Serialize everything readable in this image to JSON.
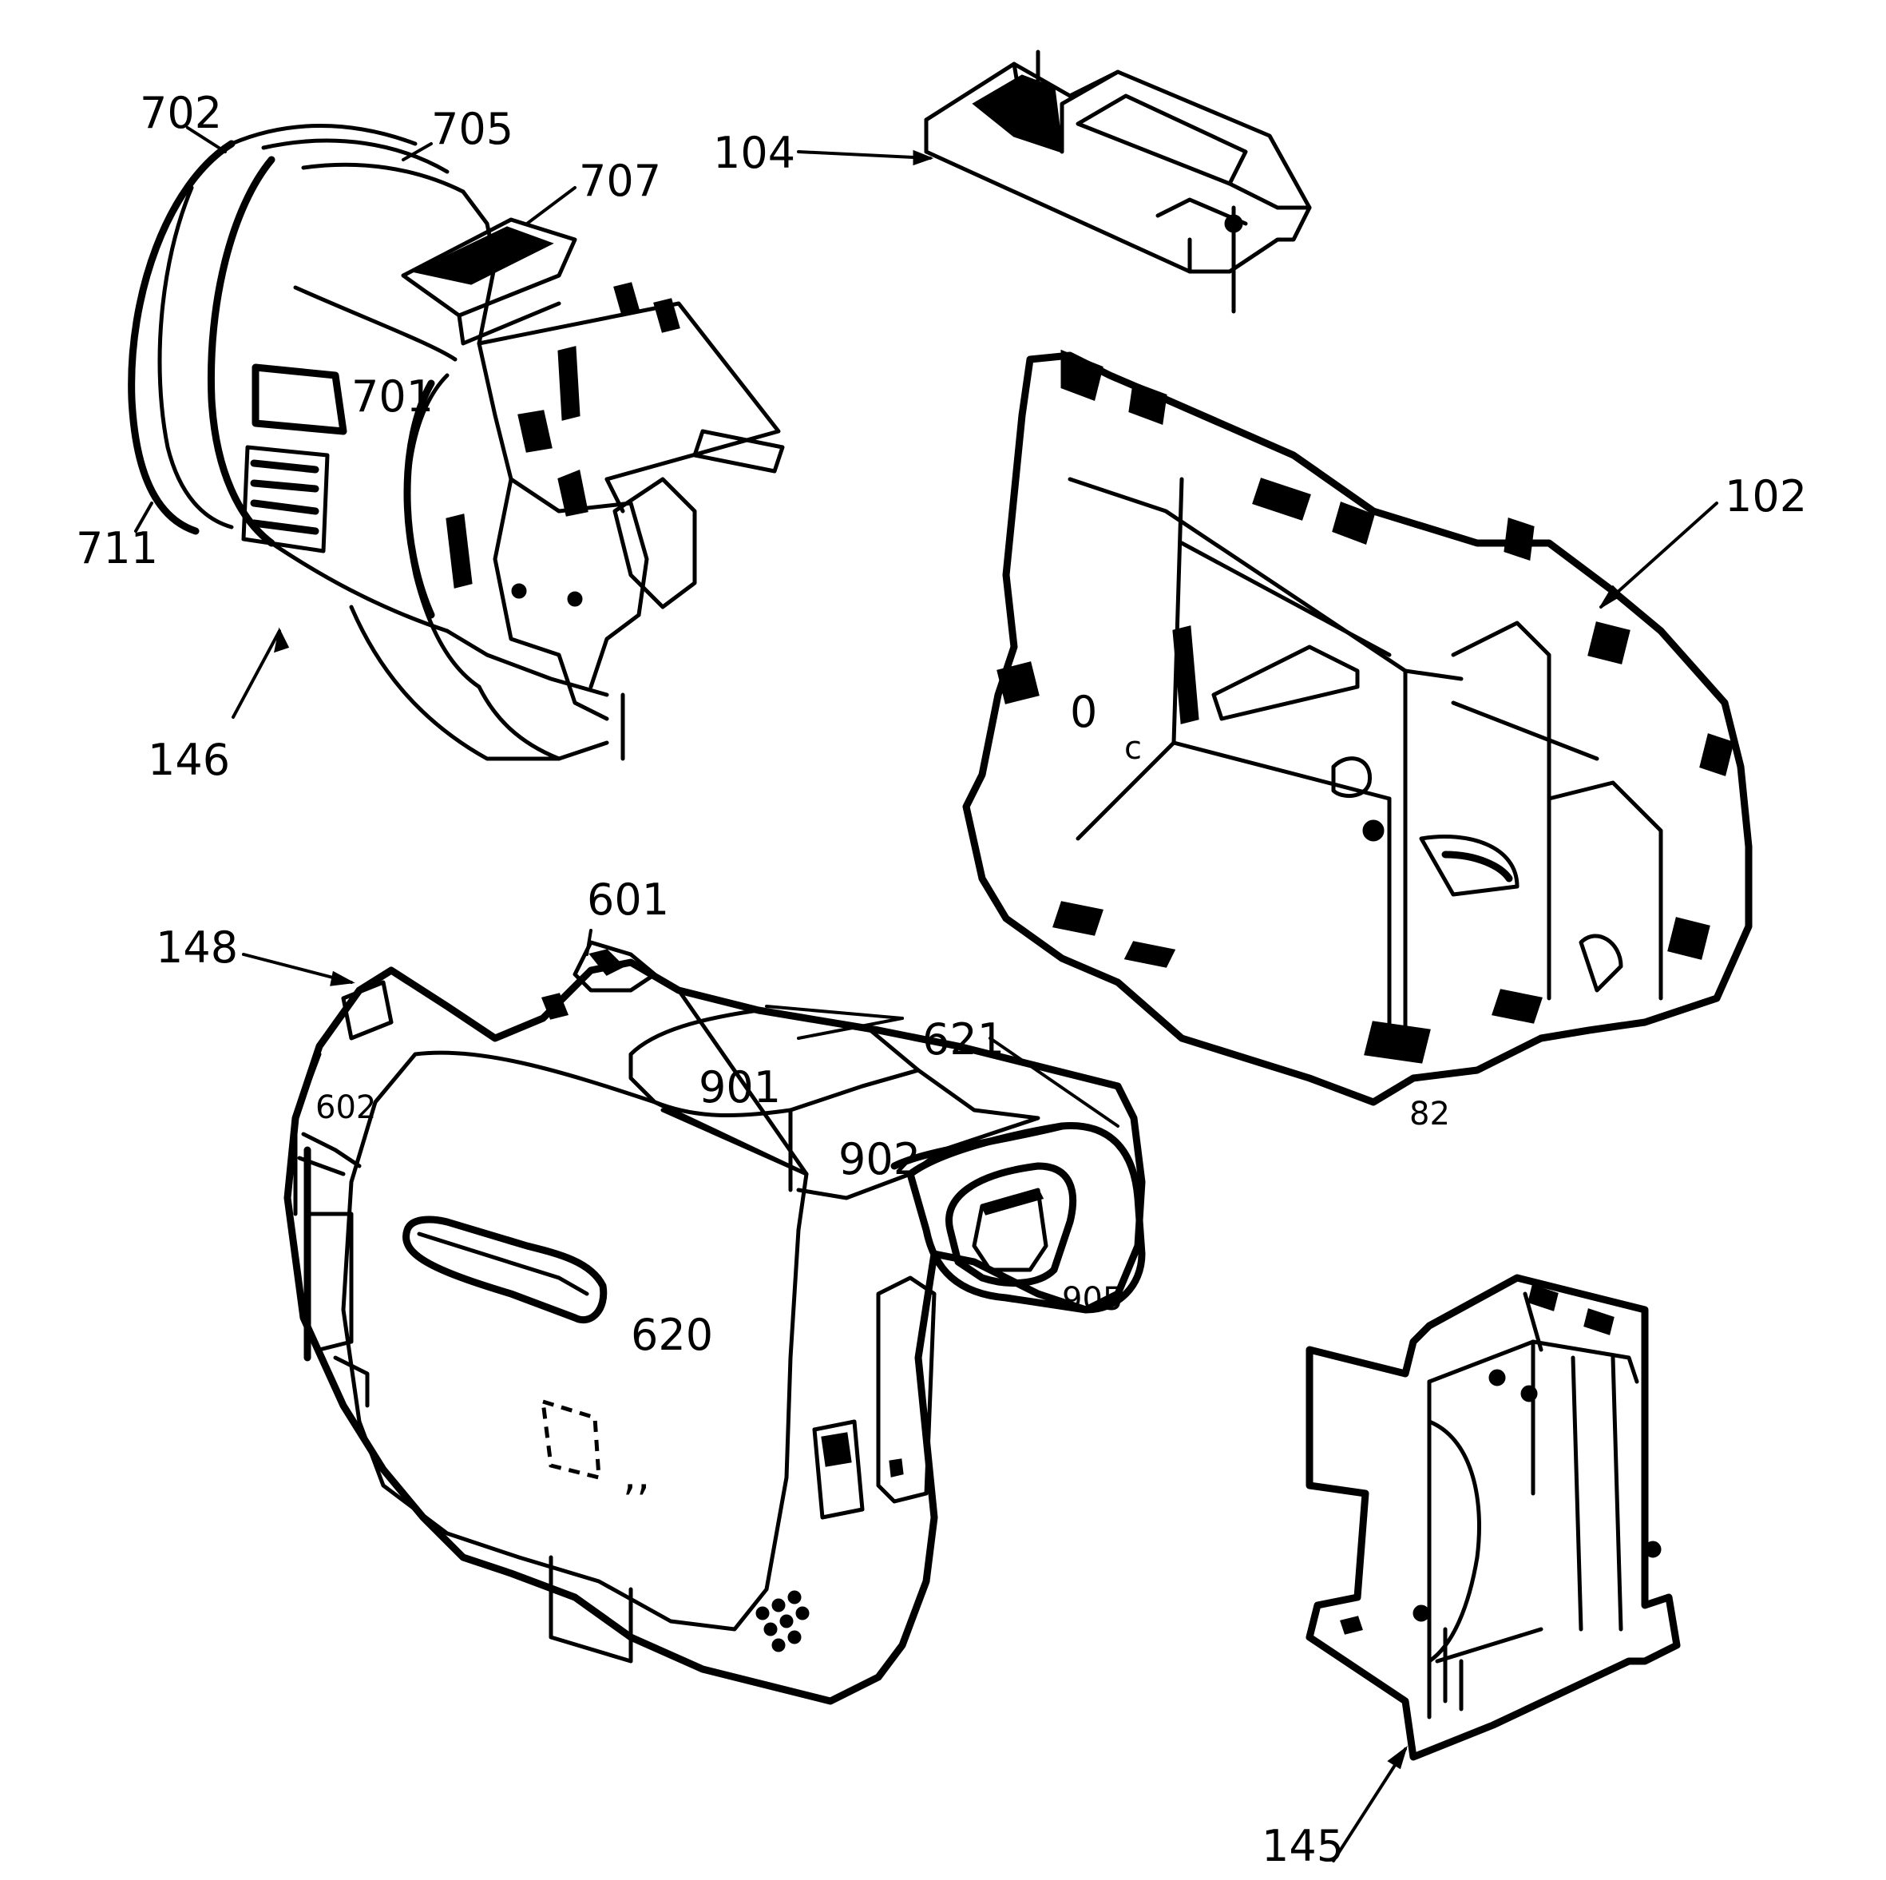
{
  "figure": {
    "labels": {
      "l702": "702",
      "l705": "705",
      "l707": "707",
      "l701": "701",
      "l711": "711",
      "l146": "146",
      "l104": "104",
      "l102": "102",
      "l0": "0",
      "lc": "c",
      "l82": "82",
      "l148": "148",
      "l601": "601",
      "l602": "602",
      "l621": "621",
      "l901": "901",
      "l902": "902",
      "l905": "905",
      "l620": "620",
      "l145": "145",
      "lquote": ",,"
    }
  }
}
